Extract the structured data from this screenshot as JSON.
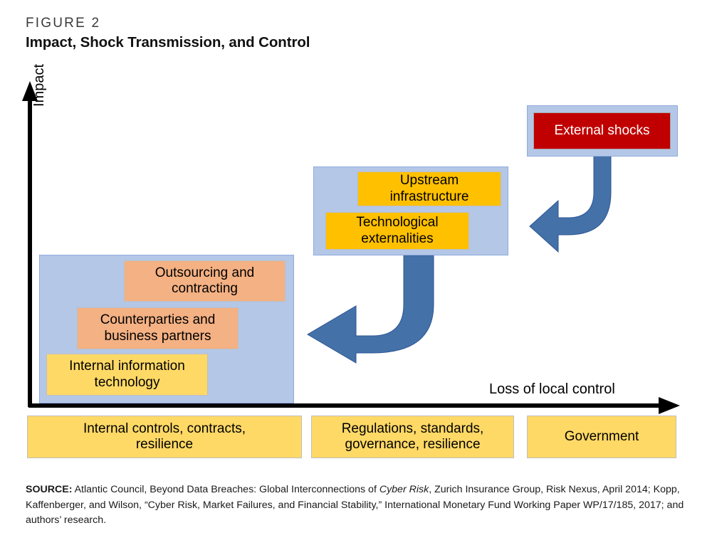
{
  "header": {
    "figure_label": "FIGURE 2",
    "title": "Impact, Shock Transmission, and Control"
  },
  "axes": {
    "y_label": "Impact",
    "x_label": "Loss of local control"
  },
  "colors": {
    "group_fill": "#B4C7E7",
    "group_border": "#8FAADC",
    "salmon": "#F4B183",
    "yellow": "#FFD966",
    "amber": "#FFC000",
    "red": "#C00000",
    "arrow_blue": "#4472A8",
    "arrow_blue_border": "#2E5496",
    "axis_black": "#000000"
  },
  "chart_data": {
    "type": "diagram",
    "title": "Impact, Shock Transmission, and Control",
    "xlabel": "Loss of local control",
    "ylabel": "Impact",
    "groups": [
      {
        "id": "internal",
        "name": "internal-sphere",
        "position": "low loss of local control, low impact",
        "items": [
          {
            "label": "Outsourcing and contracting",
            "color": "#F4B183"
          },
          {
            "label": "Counterparties and business partners",
            "color": "#F4B183"
          },
          {
            "label": "Internal information technology",
            "color": "#FFD966"
          }
        ]
      },
      {
        "id": "upstream",
        "name": "upstream-sphere",
        "position": "medium loss of local control, medium impact",
        "items": [
          {
            "label": "Upstream infrastructure",
            "color": "#FFC000"
          },
          {
            "label": "Technological externalities",
            "color": "#FFC000"
          }
        ]
      },
      {
        "id": "external",
        "name": "external-sphere",
        "position": "high loss of local control, high impact",
        "items": [
          {
            "label": "External shocks",
            "color": "#C00000"
          }
        ]
      }
    ],
    "arrows": [
      {
        "from": "external-sphere",
        "to": "upstream-sphere",
        "direction": "down-then-left"
      },
      {
        "from": "upstream-sphere",
        "to": "internal-sphere",
        "direction": "down-then-left"
      }
    ],
    "control_band": [
      "Internal controls, contracts, resilience",
      "Regulations, standards, governance, resilience",
      "Government"
    ]
  },
  "boxes": {
    "external_shocks": "External shocks",
    "upstream": "Upstream\ninfrastructure",
    "upstream_line1": "Upstream",
    "upstream_line2": "infrastructure",
    "technological_line1": "Technological",
    "technological_line2": "externalities",
    "outsourcing_line1": "Outsourcing and",
    "outsourcing_line2": "contracting",
    "counterparties_line1": "Counterparties and",
    "counterparties_line2": "business partners",
    "internal_it_line1": "Internal information",
    "internal_it_line2": "technology"
  },
  "band": {
    "items": [
      {
        "line1": "Internal controls, contracts,",
        "line2": "resilience"
      },
      {
        "line1": "Regulations, standards,",
        "line2": "governance, resilience"
      },
      {
        "line1": "Government",
        "line2": ""
      }
    ]
  },
  "source": {
    "label": "SOURCE:",
    "text_part1": " Atlantic Council, Beyond Data Breaches: Global Interconnections of ",
    "italic1": "Cyber Risk",
    "text_part2": ", Zurich Insurance Group, Risk Nexus, April 2014; Kopp, Kaffenberger, and Wilson, “Cyber Risk, Market Failures, and Financial Stability,” International Monetary Fund Working Paper WP/17/185, 2017; and authors’ research."
  }
}
